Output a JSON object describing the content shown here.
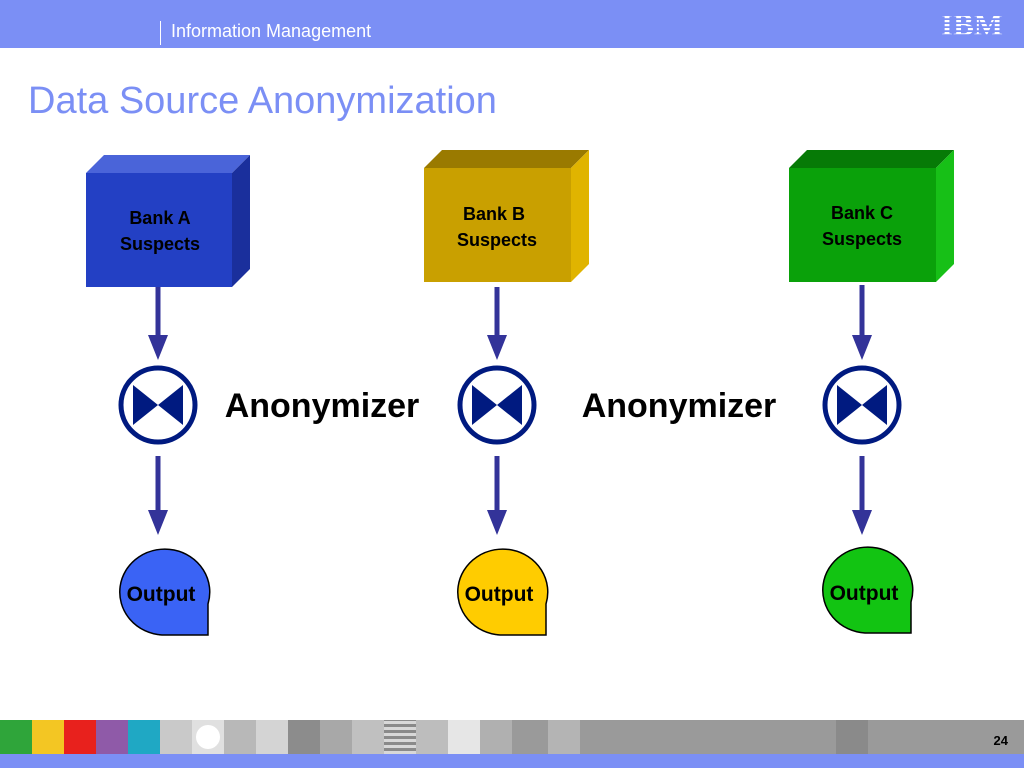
{
  "header": {
    "section": "Information Management",
    "logo_text": "IBM"
  },
  "title": "Data Source Anonymization",
  "colors": {
    "header_bar": "#7b8ff5",
    "title": "#7b8ff5",
    "bank_a": "#2340c4",
    "bank_b": "#c9a000",
    "bank_c": "#0aa10a",
    "output_a": "#3a63f5",
    "output_b": "#ffcc00",
    "output_c": "#12c412",
    "arrow": "#333399",
    "anonymizer_icon": "#001a80"
  },
  "banks": [
    {
      "line1": "Bank A",
      "line2": "Suspects"
    },
    {
      "line1": "Bank B",
      "line2": "Suspects"
    },
    {
      "line1": "Bank C",
      "line2": "Suspects"
    }
  ],
  "anonymizer_labels": [
    "Anonymizer",
    "Anonymizer"
  ],
  "outputs": [
    "Output",
    "Output",
    "Output"
  ],
  "footer": {
    "page_number": "24"
  }
}
